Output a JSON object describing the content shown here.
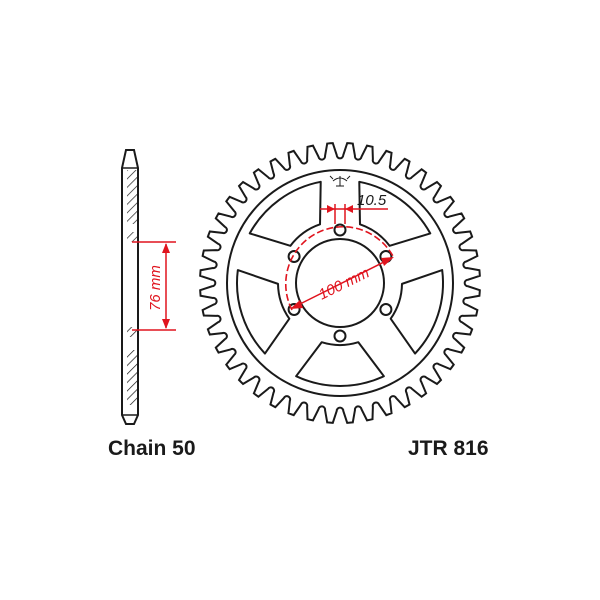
{
  "drawing": {
    "side_height_dimension": "76 mm",
    "bolt_circle_dimension": "100 mm",
    "bolt_hole_dimension": "10.5",
    "chain_label": "Chain 50",
    "part_label": "JTR 816"
  },
  "colors": {
    "outline": "#1a1a1a",
    "dimension": "#e0141e",
    "background": "#ffffff"
  },
  "sprocket": {
    "teeth": 44,
    "bolt_holes": 6,
    "spokes": 5
  }
}
